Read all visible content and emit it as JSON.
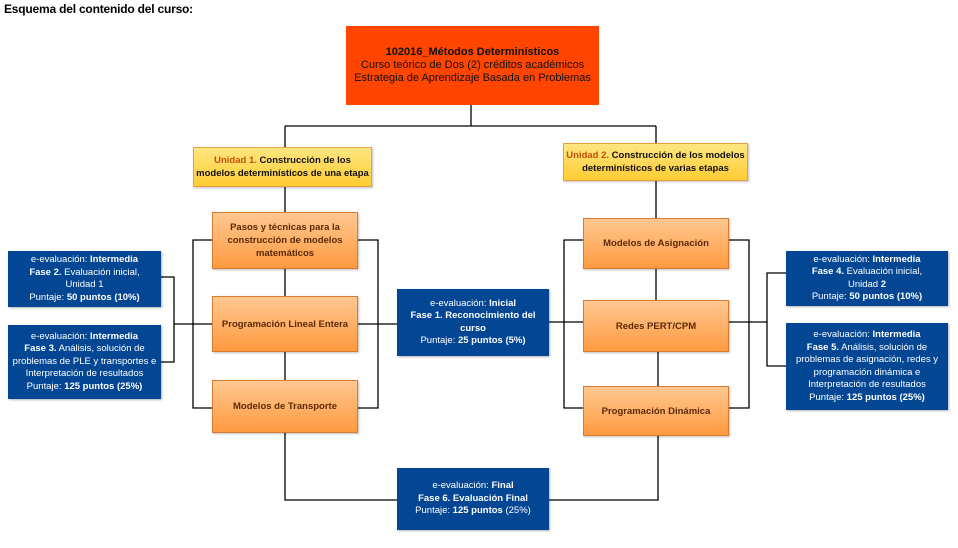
{
  "page_title": "Esquema del contenido del curso:",
  "colors": {
    "root": "#ff4500",
    "unit_fill": "#ffd84d",
    "unit_label": "#c0500a",
    "topic_fill": "#ffb066",
    "topic_text": "#5a2a08",
    "evaluation_fill": "#034693",
    "connector": "#000000"
  },
  "root": {
    "course": "102016_Métodos Determinísticos",
    "line2": "Curso teórico de Dos (2) créditos académicos",
    "line3": "Estrategia de Aprendizaje Basada en Problemas"
  },
  "units": [
    {
      "tag": "Unidad 1.",
      "title_a": " Construcción de los",
      "title_b": "modelos determinísticos de una etapa"
    },
    {
      "tag": "Unidad 2.",
      "title_a": " Construcción de los modelos",
      "title_b": "determinísticos de varias etapas"
    }
  ],
  "topics_unit1": [
    {
      "lines": [
        "Pasos y técnicas para la",
        "construcción de modelos",
        "matemáticos"
      ]
    },
    {
      "lines": [
        "Programación Lineal Entera"
      ]
    },
    {
      "lines": [
        "Modelos de Transporte"
      ]
    }
  ],
  "topics_unit2": [
    {
      "lines": [
        "Modelos de Asignación"
      ]
    },
    {
      "lines": [
        "Redes PERT/CPM"
      ]
    },
    {
      "lines": [
        "Programación Dinámica"
      ]
    }
  ],
  "evaluations": {
    "fase1": {
      "type_label": "e-evaluación: ",
      "type": "Inicial",
      "phase": "Fase 1. Reconocimiento del",
      "phase_cont": "curso",
      "score_label": "Puntaje: ",
      "score": "25 puntos (5%)"
    },
    "fase2": {
      "type_label": "e-evaluación: ",
      "type": "Intermedia",
      "phase_bold": "Fase 2.",
      "phase": " Evaluación inicial,",
      "phase_cont": "Unidad 1",
      "score_label": "Puntaje: ",
      "score": "50 puntos (10%)"
    },
    "fase3": {
      "type_label": "e-evaluación: ",
      "type": "Intermedia",
      "phase_bold": "Fase 3.",
      "phase": " Análisis, solución de",
      "phase_cont": "problemas de PLE y transportes e",
      "phase_cont2": "Interpretación de resultados",
      "score_label": "Puntaje: ",
      "score": "125 puntos (25%)"
    },
    "fase4": {
      "type_label": "e-evaluación: ",
      "type": "Intermedia",
      "phase_bold": "Fase 4.",
      "phase": " Evaluación inicial,",
      "phase_cont_a": "Unidad ",
      "phase_cont_b": "2",
      "score_label": "Puntaje: ",
      "score": "50 puntos (10%)"
    },
    "fase5": {
      "type_label": "e-evaluación: ",
      "type": "Intermedia",
      "phase_bold": "Fase 5.",
      "phase": " Análisis, solución de",
      "phase_cont": "problemas de asignación, redes y",
      "phase_cont2": "programación dinámica e",
      "phase_cont3": "Interpretación de resultados",
      "score_label": "Puntaje: ",
      "score": "125 puntos (25%)"
    },
    "fase6": {
      "type_label": "e-evaluación: ",
      "type": "Final",
      "phase": "Fase 6. Evaluación Final",
      "score_label": "Puntaje: ",
      "score_bold": "125 puntos",
      "score_rest": " (25%)"
    }
  }
}
